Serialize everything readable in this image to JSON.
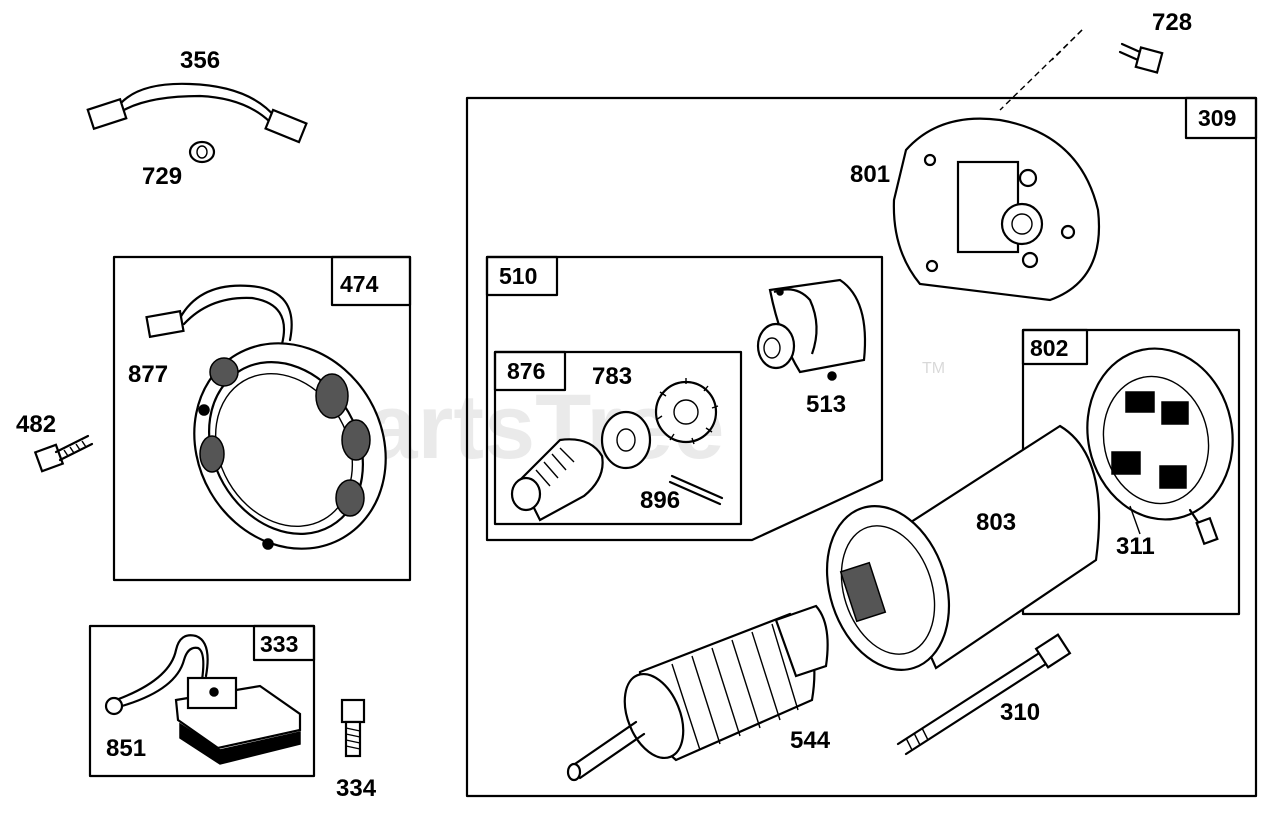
{
  "watermark": {
    "text": "PartsTree",
    "trademark": "TM"
  },
  "parts": {
    "p356": "356",
    "p729": "729",
    "p482": "482",
    "p877": "877",
    "p851": "851",
    "p334": "334",
    "p728": "728",
    "p801": "801",
    "p783": "783",
    "p513": "513",
    "p896": "896",
    "p803": "803",
    "p311": "311",
    "p544": "544",
    "p310": "310"
  },
  "boxes": {
    "b474": "474",
    "b333": "333",
    "b309": "309",
    "b510": "510",
    "b876": "876",
    "b802": "802"
  }
}
